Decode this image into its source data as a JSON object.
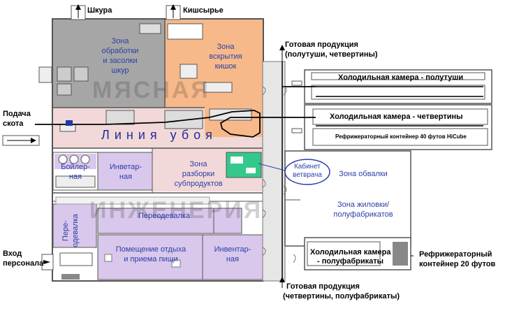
{
  "labels": {
    "skins": "Шкура",
    "casings_raw": "Кишсырье",
    "finished_top_1": "Готовая продукция",
    "finished_top_2": "(полутуши, четвертины)",
    "cattle_1": "Подача",
    "cattle_2": "скота",
    "staff_1": "Вход",
    "staff_2": "персонала",
    "finished_bottom_1": "Готовая продукция",
    "finished_bottom_2": "(четвертины, полуфабрикаты)",
    "reefer20_1": "Рефрижераторный",
    "reefer20_2": "контейнер 20 футов"
  },
  "zones": {
    "skin_processing": [
      "Зона",
      "обработки",
      "и засолки",
      "шкур"
    ],
    "gut_opening": [
      "Зона",
      "вскрытия",
      "кишок"
    ],
    "slaughter_line": "Линия убоя",
    "offal": [
      "Зона",
      "разборки",
      "субпродуктов"
    ],
    "vet": [
      "Кабинет",
      "ветврача"
    ],
    "deboning": "Зона обвалки",
    "trimming": [
      "Зона жиловки/",
      "полуфабрикатов"
    ],
    "boiler": [
      "Бойлер-",
      "ная"
    ],
    "inventory1": [
      "Инветар-",
      "ная"
    ],
    "changing_v": [
      "Пере-",
      "одевалка"
    ],
    "changing": "Переодевалка",
    "rest": [
      "Помещение отдыха",
      "и приема пищи"
    ],
    "inventory2": [
      "Инвентар-",
      "ная"
    ]
  },
  "rooms": {
    "cold_half": "Холодильная камера - полутуши",
    "cold_quarter": "Холодильная камера - четвертины",
    "reefer40": "Рефрижераторный контейнер 40 футов HiCube",
    "cold_semi_1": "Холодильная камера",
    "cold_semi_2": "- полуфабрикаты"
  },
  "watermark": [
    "МЯСНАЯ",
    "ИНЖЕНЕРИЯ"
  ],
  "colors": {
    "gray_zone": "#a6a6a6",
    "orange_zone": "#f7b98a",
    "pink_zone": "#f2d8d8",
    "purple_zone": "#d9c8ec",
    "green_room": "#34c88a",
    "corridor": "#e6e6e6",
    "zone_text": "#2b3fa8"
  }
}
